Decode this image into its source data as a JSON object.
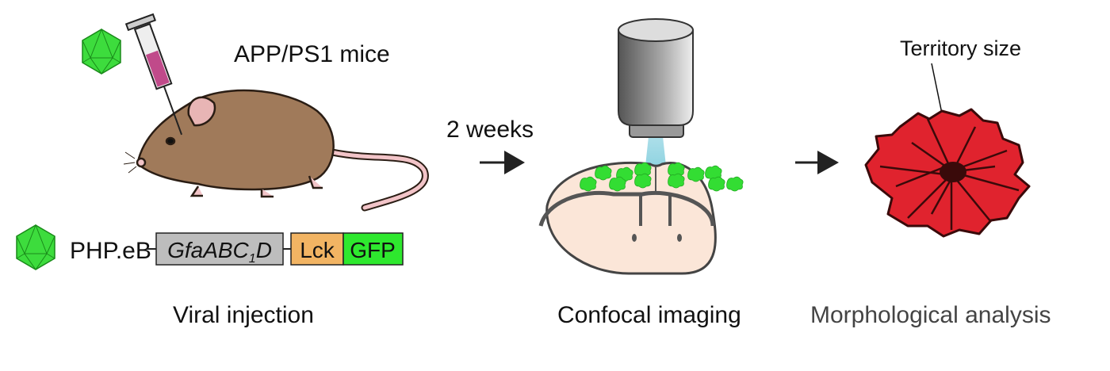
{
  "labels": {
    "mice": "APP/PS1 mice",
    "interval": "2 weeks",
    "territory": "Territory size",
    "virus": "PHP.eB",
    "promoter_main": "GfaABC",
    "promoter_sub": "1",
    "promoter_end": "D",
    "lck": "Lck",
    "gfp": "GFP"
  },
  "steps": [
    {
      "label": "Viral injection"
    },
    {
      "label": "Confocal imaging"
    },
    {
      "label": "Morphological analysis"
    }
  ],
  "colors": {
    "virus": "#3ddc3d",
    "promoter": "#bdbdbd",
    "lck": "#f2b463",
    "gfp": "#2ee82e",
    "astrocyte": "#e0232e",
    "mouse": "#a07a5a",
    "brain": "#fbe6d8"
  }
}
